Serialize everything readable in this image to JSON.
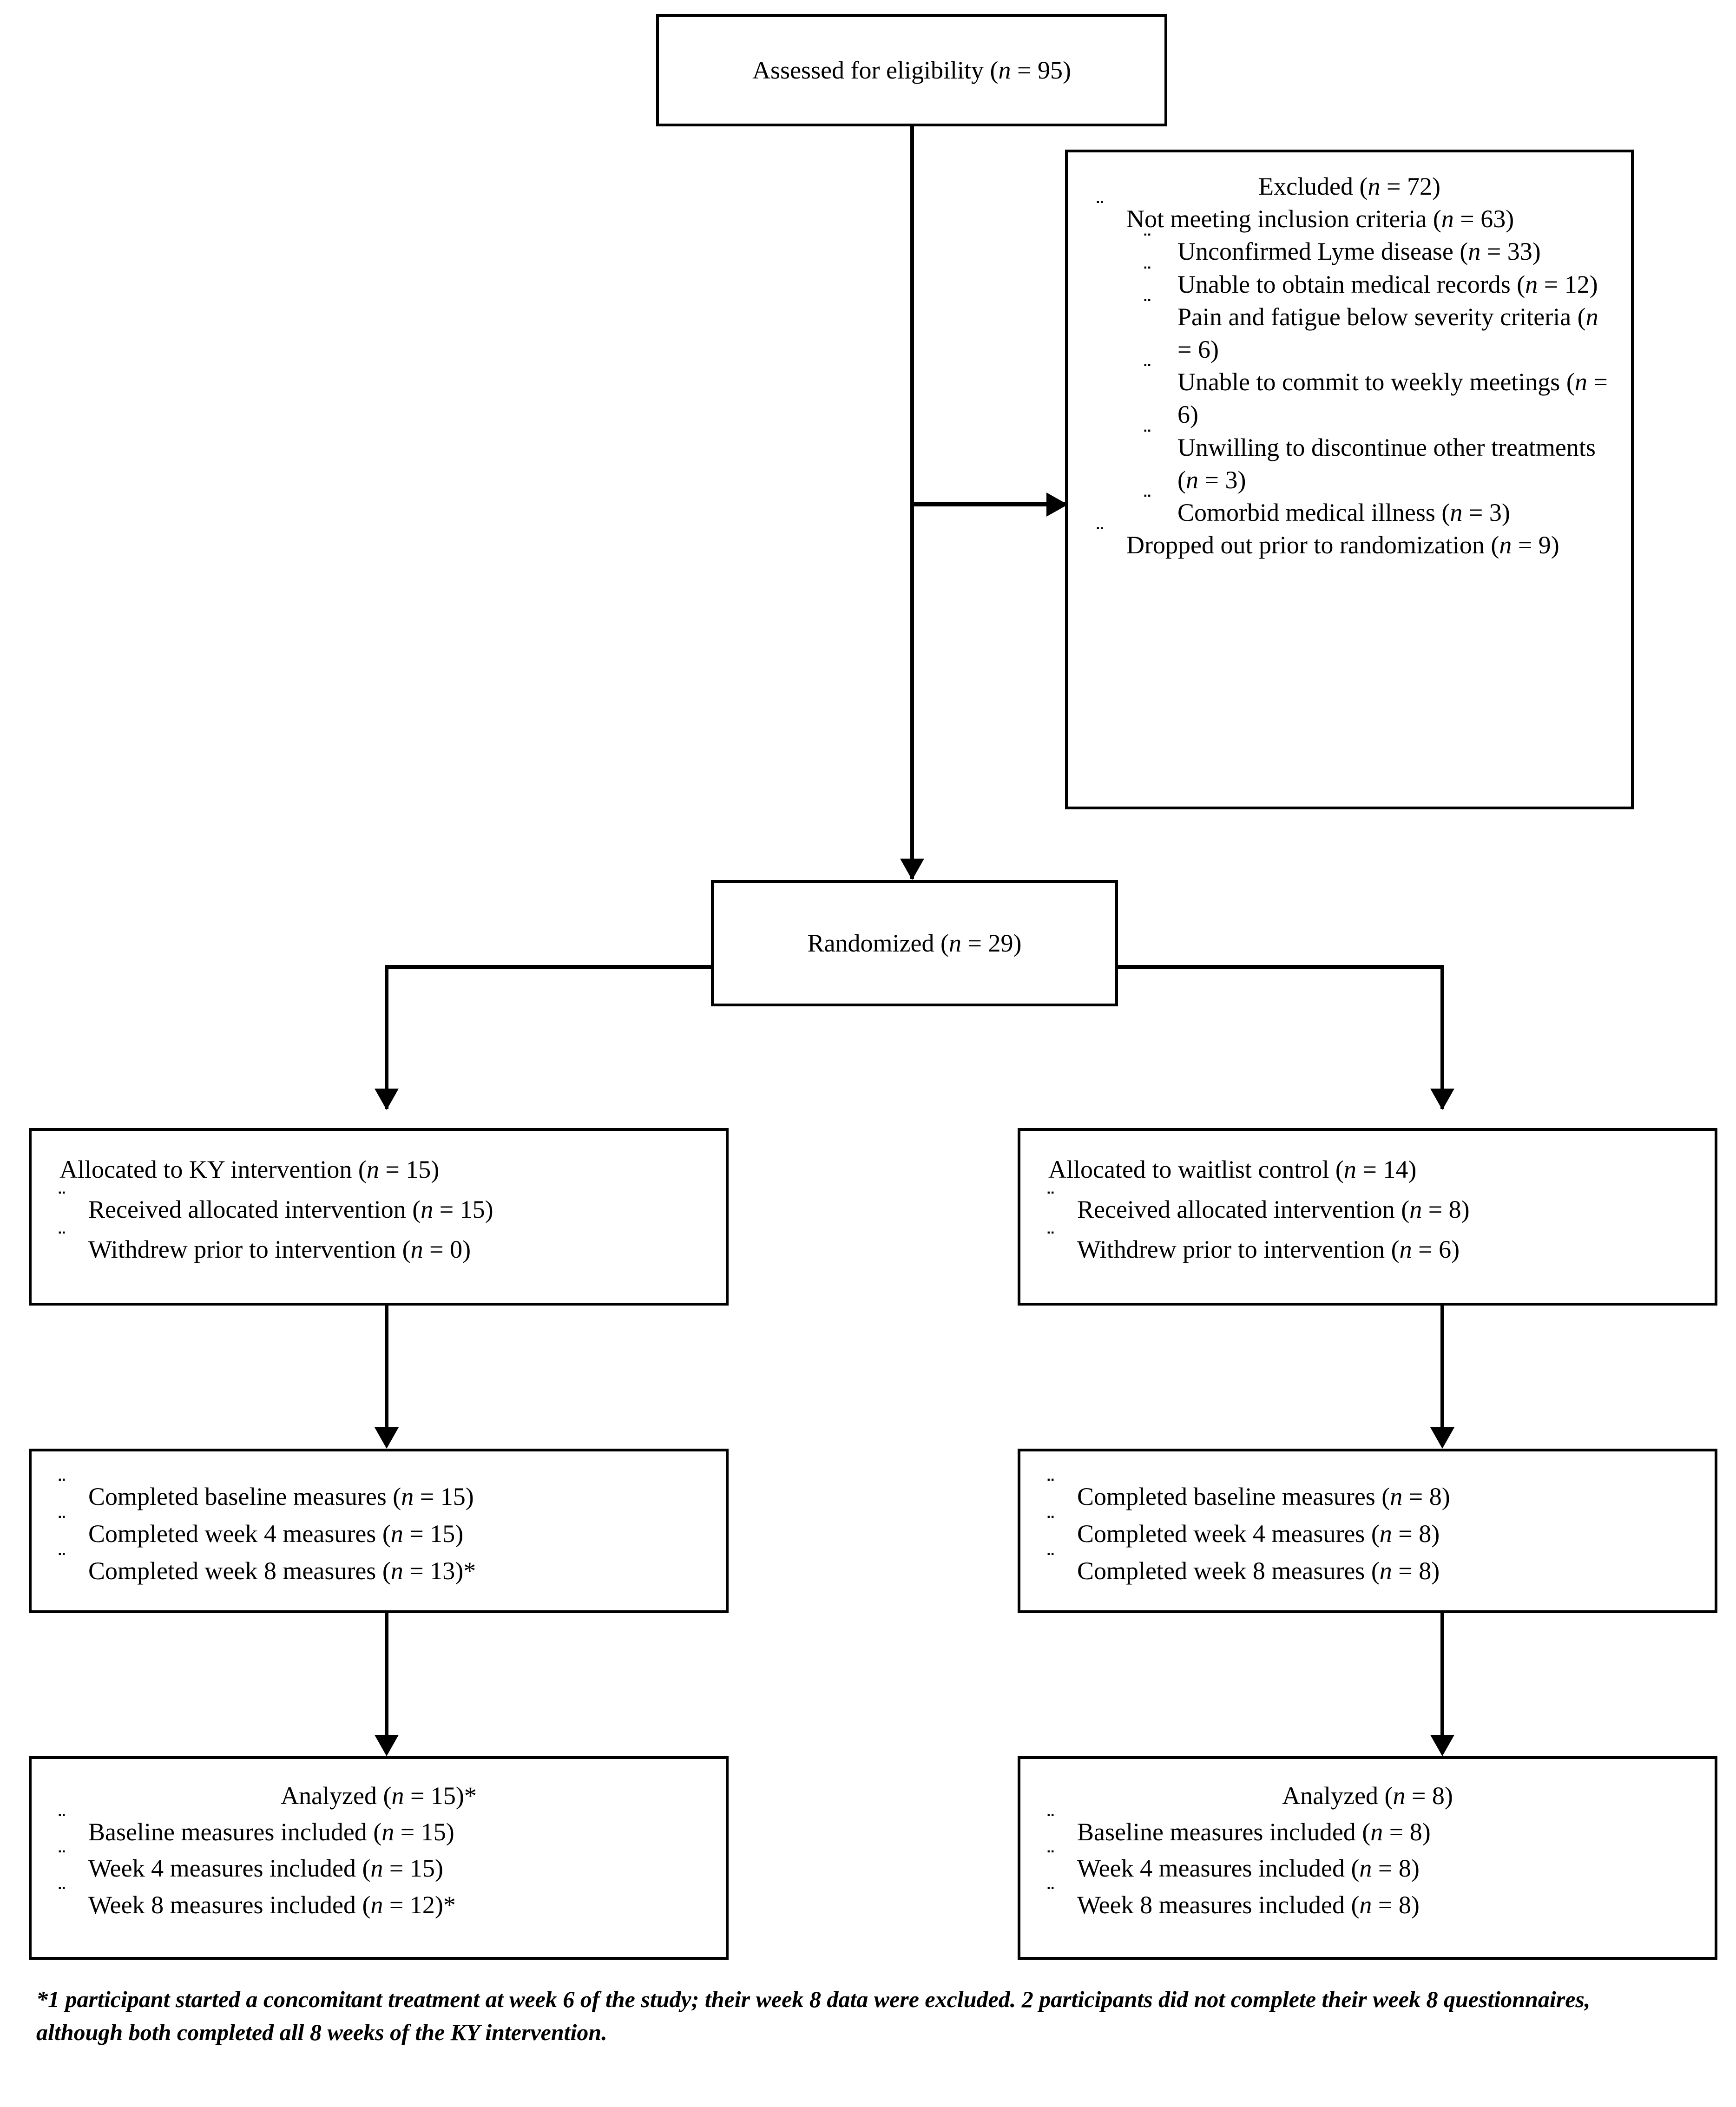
{
  "diagram": {
    "title": "CONSORT participant flow diagram",
    "bullet_glyph": "¨",
    "stroke_color": "#000000",
    "background_color": "#ffffff"
  },
  "boxes": {
    "eligibility": {
      "name": "assessed-for-eligibility",
      "header": "Assessed for eligibility (",
      "header_n": "n",
      "header_tail": " = 95)"
    },
    "excluded": {
      "name": "excluded",
      "header": "Excluded (",
      "header_n": "n",
      "header_tail": " = 72)",
      "items": [
        {
          "level": 1,
          "text": "Not meeting inclusion criteria (",
          "n": "n",
          "tail": " = 63)"
        },
        {
          "level": 2,
          "text": "Unconfirmed Lyme disease (",
          "n": "n",
          "tail": " = 33)"
        },
        {
          "level": 2,
          "text": "Unable to obtain medical records (",
          "n": "n",
          "tail": " = 12)"
        },
        {
          "level": 2,
          "text": "Pain and fatigue below severity criteria (",
          "n": "n",
          "tail": " = 6)"
        },
        {
          "level": 2,
          "text": "Unable to commit to weekly meetings (",
          "n": "n",
          "tail": " = 6)"
        },
        {
          "level": 2,
          "text": "Unwilling to discontinue other treatments (",
          "n": "n",
          "tail": " = 3)"
        },
        {
          "level": 2,
          "text": "Comorbid medical illness (",
          "n": "n",
          "tail": " = 3)"
        },
        {
          "level": 1,
          "text": "Dropped out prior to randomization (",
          "n": "n",
          "tail": " = 9)"
        }
      ]
    },
    "randomized": {
      "name": "randomized",
      "header": "Randomized (",
      "header_n": "n",
      "header_tail": " = 29)"
    },
    "alloc_left": {
      "name": "allocated-ky-intervention",
      "header": "Allocated to KY intervention (",
      "header_n": "n",
      "header_tail": " = 15)",
      "items": [
        {
          "text": "Received allocated intervention (",
          "n": "n",
          "tail": " = 15)"
        },
        {
          "text": "Withdrew prior to intervention (",
          "n": "n",
          "tail": " = 0)"
        }
      ]
    },
    "alloc_right": {
      "name": "allocated-waitlist-control",
      "header": "Allocated to waitlist control (",
      "header_n": "n",
      "header_tail": " = 14)",
      "items": [
        {
          "text": "Received allocated intervention (",
          "n": "n",
          "tail": " = 8)"
        },
        {
          "text": "Withdrew prior to intervention (",
          "n": "n",
          "tail": " = 6)"
        }
      ]
    },
    "followup_left": {
      "name": "followup-ky-intervention",
      "items": [
        {
          "text": "Completed baseline measures (",
          "n": "n",
          "tail": " = 15)"
        },
        {
          "text": "Completed week 4 measures (",
          "n": "n",
          "tail": " = 15)"
        },
        {
          "text": "Completed week 8 measures (",
          "n": "n",
          "tail": " = 13)*"
        }
      ]
    },
    "followup_right": {
      "name": "followup-waitlist-control",
      "items": [
        {
          "text": "Completed baseline measures (",
          "n": "n",
          "tail": " = 8)"
        },
        {
          "text": "Completed week 4 measures (",
          "n": "n",
          "tail": " = 8)"
        },
        {
          "text": "Completed week 8 measures (",
          "n": "n",
          "tail": " = 8)"
        }
      ]
    },
    "analyzed_left": {
      "name": "analyzed-ky-intervention",
      "header": "Analyzed (",
      "header_n": "n",
      "header_tail": " = 15)*",
      "items": [
        {
          "text": "Baseline measures included (",
          "n": "n",
          "tail": " = 15)"
        },
        {
          "text": "Week 4 measures included (",
          "n": "n",
          "tail": " = 15)"
        },
        {
          "text": "Week 8 measures included (",
          "n": "n",
          "tail": " = 12)*"
        }
      ]
    },
    "analyzed_right": {
      "name": "analyzed-waitlist-control",
      "header": "Analyzed (",
      "header_n": "n",
      "header_tail": " = 8)",
      "items": [
        {
          "text": "Baseline measures included (",
          "n": "n",
          "tail": " = 8)"
        },
        {
          "text": "Week 4 measures included (",
          "n": "n",
          "tail": " = 8)"
        },
        {
          "text": "Week 8 measures included (",
          "n": "n",
          "tail": " = 8)"
        }
      ]
    }
  },
  "footnote": {
    "text": "*1 participant started a concomitant treatment at week 6 of the study; their week 8 data were excluded. 2 participants did not complete their week 8 questionnaires, although both completed all 8 weeks of the KY intervention."
  }
}
